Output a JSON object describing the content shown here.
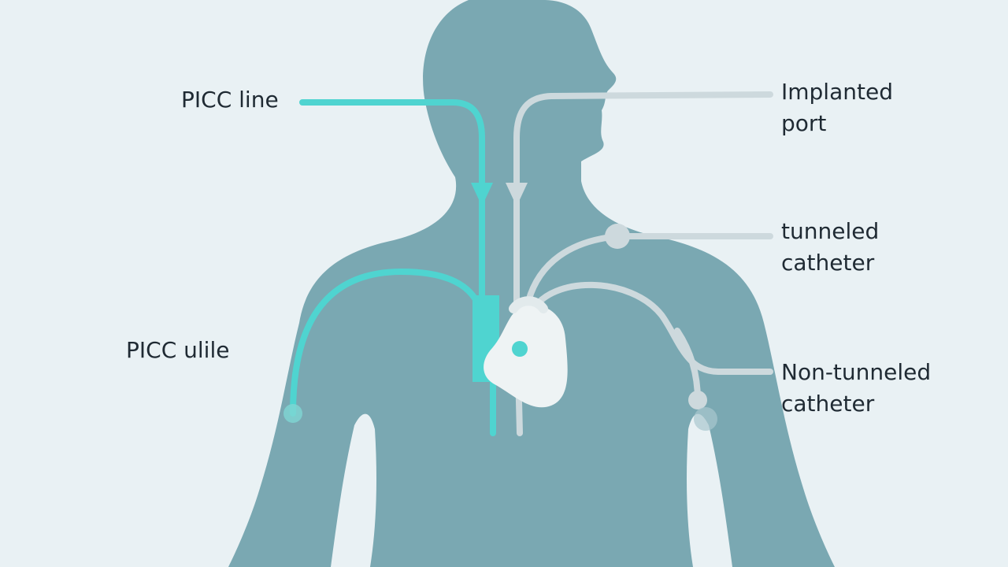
{
  "labels": {
    "picc_line": "PICC line",
    "implanted_port": "Implanted\nport",
    "tunneled_catheter": "tunneled\ncatheter",
    "picc_line_garbled": "PICC ulile",
    "non_tunneled_catheter": "Non-tunneled\ncatheter"
  },
  "colors": {
    "background": "#e9f1f4",
    "body": "#7aa8b2",
    "picc": "#4fd4d0",
    "catheter": "#cdd9dd",
    "heart": "#eef3f4",
    "text": "#1f2a33"
  }
}
